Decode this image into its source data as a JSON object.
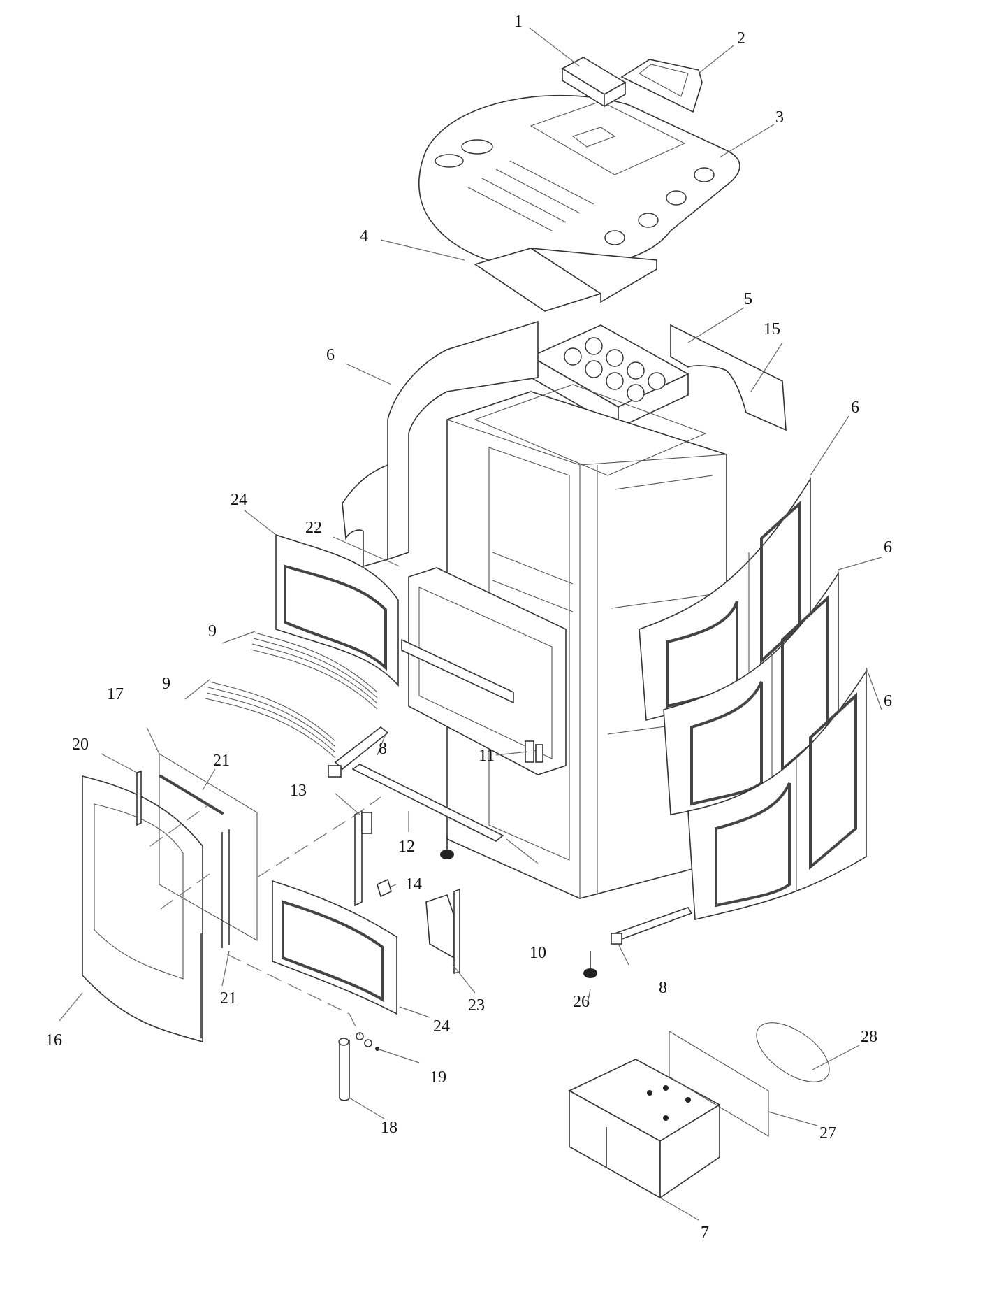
{
  "diagram": {
    "type": "exploded-parts-view",
    "subject": "pellet stove assembly",
    "callouts": [
      {
        "id": "c1",
        "label": "1"
      },
      {
        "id": "c2",
        "label": "2"
      },
      {
        "id": "c3",
        "label": "3"
      },
      {
        "id": "c4",
        "label": "4"
      },
      {
        "id": "c5",
        "label": "5"
      },
      {
        "id": "c6a",
        "label": "6"
      },
      {
        "id": "c6b",
        "label": "6"
      },
      {
        "id": "c6c",
        "label": "6"
      },
      {
        "id": "c6d",
        "label": "6"
      },
      {
        "id": "c7",
        "label": "7"
      },
      {
        "id": "c8a",
        "label": "8"
      },
      {
        "id": "c8b",
        "label": "8"
      },
      {
        "id": "c9a",
        "label": "9"
      },
      {
        "id": "c9b",
        "label": "9"
      },
      {
        "id": "c10",
        "label": "10"
      },
      {
        "id": "c11",
        "label": "11"
      },
      {
        "id": "c12",
        "label": "12"
      },
      {
        "id": "c13",
        "label": "13"
      },
      {
        "id": "c14",
        "label": "14"
      },
      {
        "id": "c15",
        "label": "15"
      },
      {
        "id": "c16",
        "label": "16"
      },
      {
        "id": "c17",
        "label": "17"
      },
      {
        "id": "c18",
        "label": "18"
      },
      {
        "id": "c19",
        "label": "19"
      },
      {
        "id": "c20",
        "label": "20"
      },
      {
        "id": "c21a",
        "label": "21"
      },
      {
        "id": "c21b",
        "label": "21"
      },
      {
        "id": "c22",
        "label": "22"
      },
      {
        "id": "c23",
        "label": "23"
      },
      {
        "id": "c24a",
        "label": "24"
      },
      {
        "id": "c24b",
        "label": "24"
      },
      {
        "id": "c26",
        "label": "26"
      },
      {
        "id": "c27",
        "label": "27"
      },
      {
        "id": "c28",
        "label": "28"
      }
    ]
  }
}
